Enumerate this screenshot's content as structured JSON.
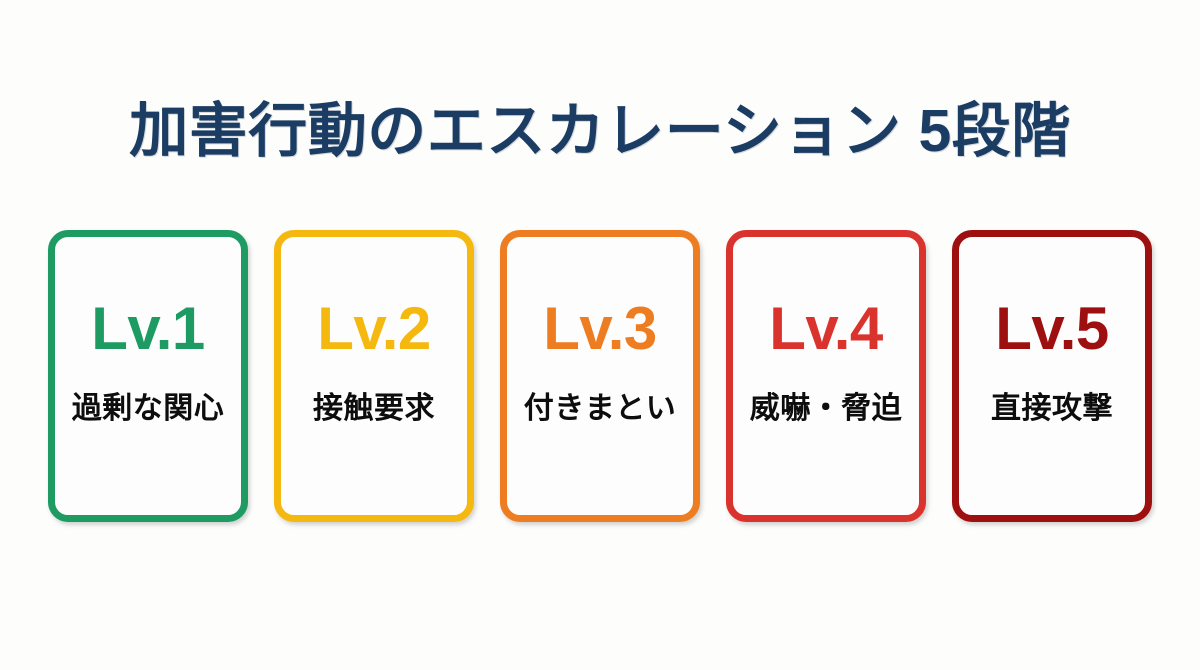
{
  "page": {
    "title": "加害行動のエスカレーション 5段階",
    "background_color": "#fdfdfc",
    "title_color": "#1c3d63"
  },
  "cards": [
    {
      "level": "Lv.1",
      "label": "過剰な関心",
      "color": "#1d9b63"
    },
    {
      "level": "Lv.2",
      "label": "接触要求",
      "color": "#f5b80e"
    },
    {
      "level": "Lv.3",
      "label": "付きまとい",
      "color": "#ee7d22"
    },
    {
      "level": "Lv.4",
      "label": "威嚇・脅迫",
      "color": "#da332e"
    },
    {
      "level": "Lv.5",
      "label": "直接攻撃",
      "color": "#9e1010"
    }
  ]
}
